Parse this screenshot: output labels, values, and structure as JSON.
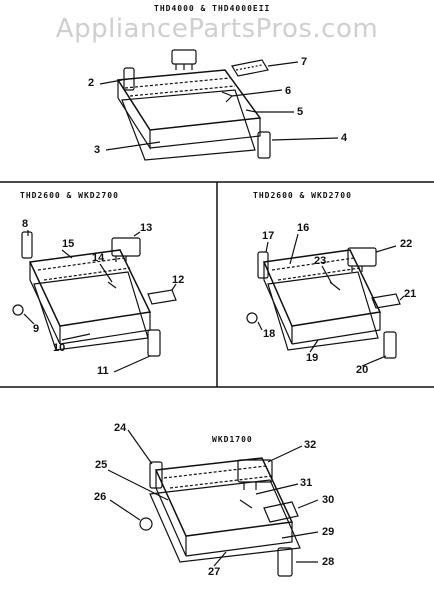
{
  "watermark": "AppliancePartsPros.com",
  "sections": {
    "top": "THD4000 & THD4000EII",
    "mid_left": "THD2600 & WKD2700",
    "mid_right": "THD2600 & WKD2700",
    "bottom": "WKD1700"
  },
  "callouts": {
    "c2": "2",
    "c3": "3",
    "c4": "4",
    "c5": "5",
    "c6": "6",
    "c7": "7",
    "c8": "8",
    "c9": "9",
    "c10": "10",
    "c11": "11",
    "c12": "12",
    "c13": "13",
    "c14": "14",
    "c15": "15",
    "c16": "16",
    "c17": "17",
    "c18": "18",
    "c19": "19",
    "c20": "20",
    "c21": "21",
    "c22": "22",
    "c23": "23",
    "c24": "24",
    "c25": "25",
    "c26": "26",
    "c27": "27",
    "c28": "28",
    "c29": "29",
    "c30": "30",
    "c31": "31",
    "c32": "32"
  }
}
